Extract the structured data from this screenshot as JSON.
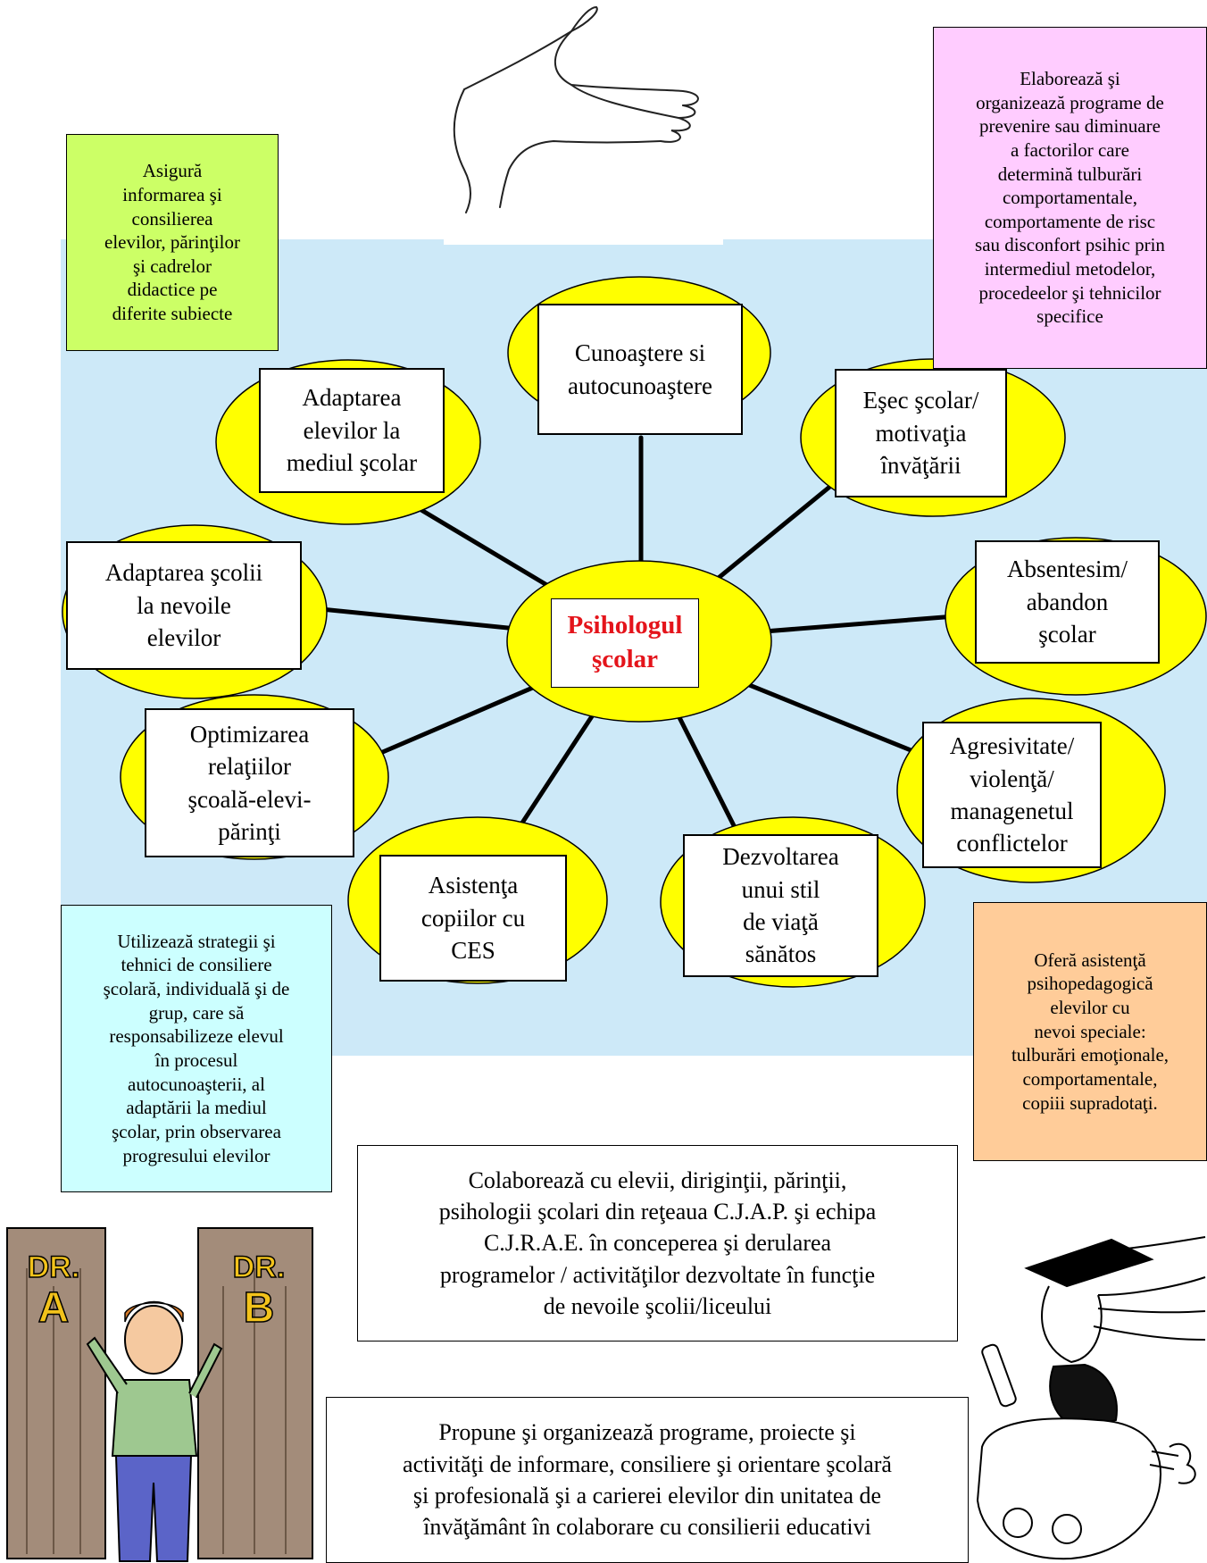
{
  "center": {
    "title": "Psihologul\nşcolar"
  },
  "topics": [
    {
      "label": "Cunoaştere si\nautocunoaştere"
    },
    {
      "label": "Eşec şcolar/\nmotivaţia\nînvăţării"
    },
    {
      "label": "Absentesim/\nabandon\nşcolar"
    },
    {
      "label": "Agresivitate/\nviolenţă/\nmanagenetul\nconflictelor"
    },
    {
      "label": "Dezvoltarea\nunui stil\nde viaţă\nsănătos"
    },
    {
      "label": "Asistenţa\ncopiilor cu\nCES"
    },
    {
      "label": "Optimizarea\nrelaţiilor\nşcoală-elevi-\npărinţi"
    },
    {
      "label": "Adaptarea şcolii\nla nevoile\nelevilor"
    },
    {
      "label": "Adaptarea\nelevilor la\nmediul şcolar"
    }
  ],
  "notes": {
    "inform": "Asigură\ninformarea şi\nconsilierea\nelevilor, părinţilor\nşi cadrelor\ndidactice pe\ndiferite subiecte",
    "programs": "Elaborează şi\norganizează programe de\nprevenire sau diminuare\na factorilor care\ndetermină tulburări\ncomportamentale,\ncomportamente de risc\nsau disconfort psihic prin\nintermediul  metodelor,\nprocedeelor şi tehnicilor\nspecifice",
    "strategies": "Utilizează strategii şi\ntehnici de consiliere\nşcolară, individuală şi de\ngrup, care să\nresponsabilizeze elevul\nîn procesul\nautocunoaşterii, al\nadaptării la mediul\nşcolar, prin observarea\nprogresului elevilor",
    "special": "Oferă asistenţă\npsihopedagogică\nelevilor cu\nnevoi speciale:\ntulburări emoţionale,\ncomportamentale,\ncopiii supradotaţi.",
    "collab": "Colaborează cu elevii, diriginţii, părinţii,\npsihologii şcolari din reţeaua C.J.A.P.  şi echipa\nC.J.R.A.E. în conceperea şi derularea\nprogramelor / activităţilor dezvoltate în funcţie\nde nevoile şcolii/liceului",
    "propose": "Propune şi organizează programe, proiecte şi\nactivităţi de informare, consiliere şi orientare şcolară\nşi profesională şi a carierei elevilor din unitatea de\nînvăţământ în colaborare cu consilierii educativi"
  },
  "door_signs": {
    "left": "DR.\nA",
    "right": "DR.\nB"
  },
  "colors": {
    "panel": "#cde9f8",
    "ellipse": "#ffff00",
    "center_text": "#e4141b",
    "note_green": "#ccff66",
    "note_pink": "#ffccff",
    "note_cyan": "#ccffff",
    "note_orange": "#ffcc99",
    "door": "#a38c7a"
  }
}
